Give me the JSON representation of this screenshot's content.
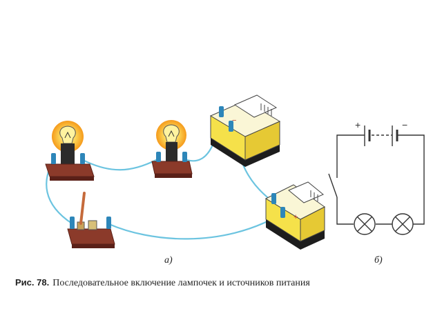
{
  "figure": {
    "number": "Рис. 78.",
    "caption": "Последовательное включение лампочек и источников питания"
  },
  "panels": {
    "a": "а)",
    "b": "б)"
  },
  "schematic": {
    "plus": "+",
    "minus": "−"
  },
  "battery_marks": {
    "plus": "+",
    "minus": "−"
  },
  "colors": {
    "wire": "#6cc4e0",
    "wood": "#8b3a2a",
    "battery_body": "#f5e14a",
    "battery_base": "#222222",
    "glow": "#f7a81b",
    "terminal": "#2d86b9"
  }
}
